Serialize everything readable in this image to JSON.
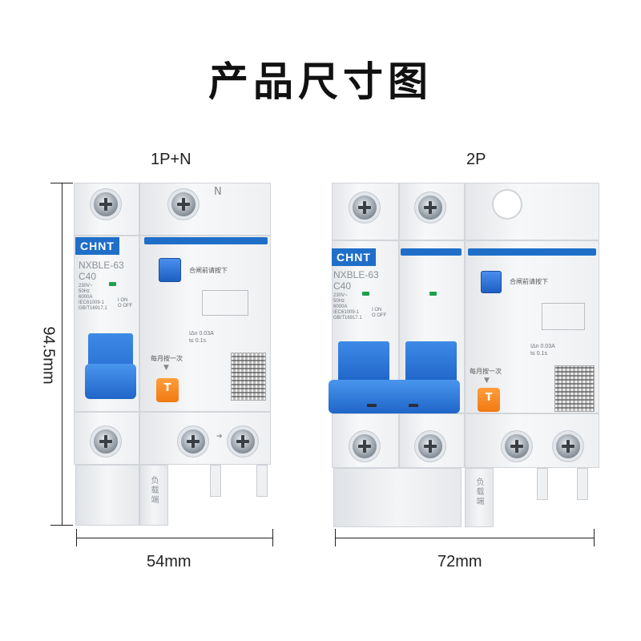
{
  "title": "产品尺寸图",
  "variants": [
    {
      "label": "1P+N",
      "width_label": "54mm",
      "brand": "CHNT",
      "model": "NXBLE-63",
      "rating": "C40",
      "specs": [
        "230V~",
        "50Hz",
        "6000A",
        "IEC61009-1",
        "GB/T16917.1"
      ],
      "on_off": [
        "I ON",
        "O OFF"
      ],
      "neutral_mark": "N",
      "close_hint": "合闸前请按下",
      "monthly_hint": "每月按一次",
      "test_button": "T",
      "leakage": [
        "IΔn 0.03A",
        "t≤ 0.1s"
      ],
      "load_side": "负载端"
    },
    {
      "label": "2P",
      "width_label": "72mm",
      "brand": "CHNT",
      "model": "NXBLE-63",
      "rating": "C40",
      "specs": [
        "230V~",
        "50Hz",
        "6000A",
        "IEC61009-1",
        "GB/T16917.1"
      ],
      "on_off": [
        "I ON",
        "O OFF"
      ],
      "close_hint": "合闸前请按下",
      "monthly_hint": "每月按一次",
      "test_button": "T",
      "leakage": [
        "IΔn 0.03A",
        "t≤ 0.1s"
      ],
      "load_side": "负载端"
    }
  ],
  "height_label": "94.5mm"
}
